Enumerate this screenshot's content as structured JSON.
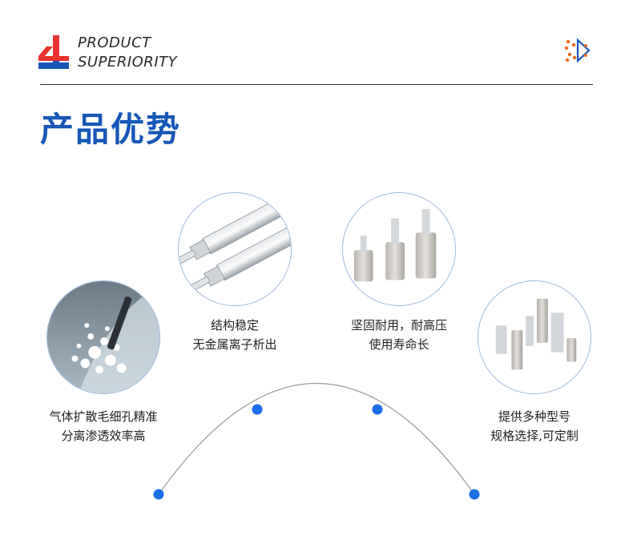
{
  "header": {
    "en_line1": "PRODUCT",
    "en_line2": "SUPERIORITY",
    "title_cn": "产品优势"
  },
  "colors": {
    "accent_red": "#e8322e",
    "accent_blue": "#1657b8",
    "dot_blue": "#1a6fe6",
    "brand_orange": "#f06a1e"
  },
  "features": [
    {
      "line1": "气体扩散毛细孔精准",
      "line2": "分离渗透效率高"
    },
    {
      "line1": "结构稳定",
      "line2": "无金属离子析出"
    },
    {
      "line1": "坚固耐用，耐高压",
      "line2": "使用寿命长"
    },
    {
      "line1": "提供多种型号",
      "line2": "规格选择,可定制"
    }
  ],
  "icons": {
    "logo": "red-blue-4-logo-icon",
    "brand": "brand-arrow-icon"
  }
}
